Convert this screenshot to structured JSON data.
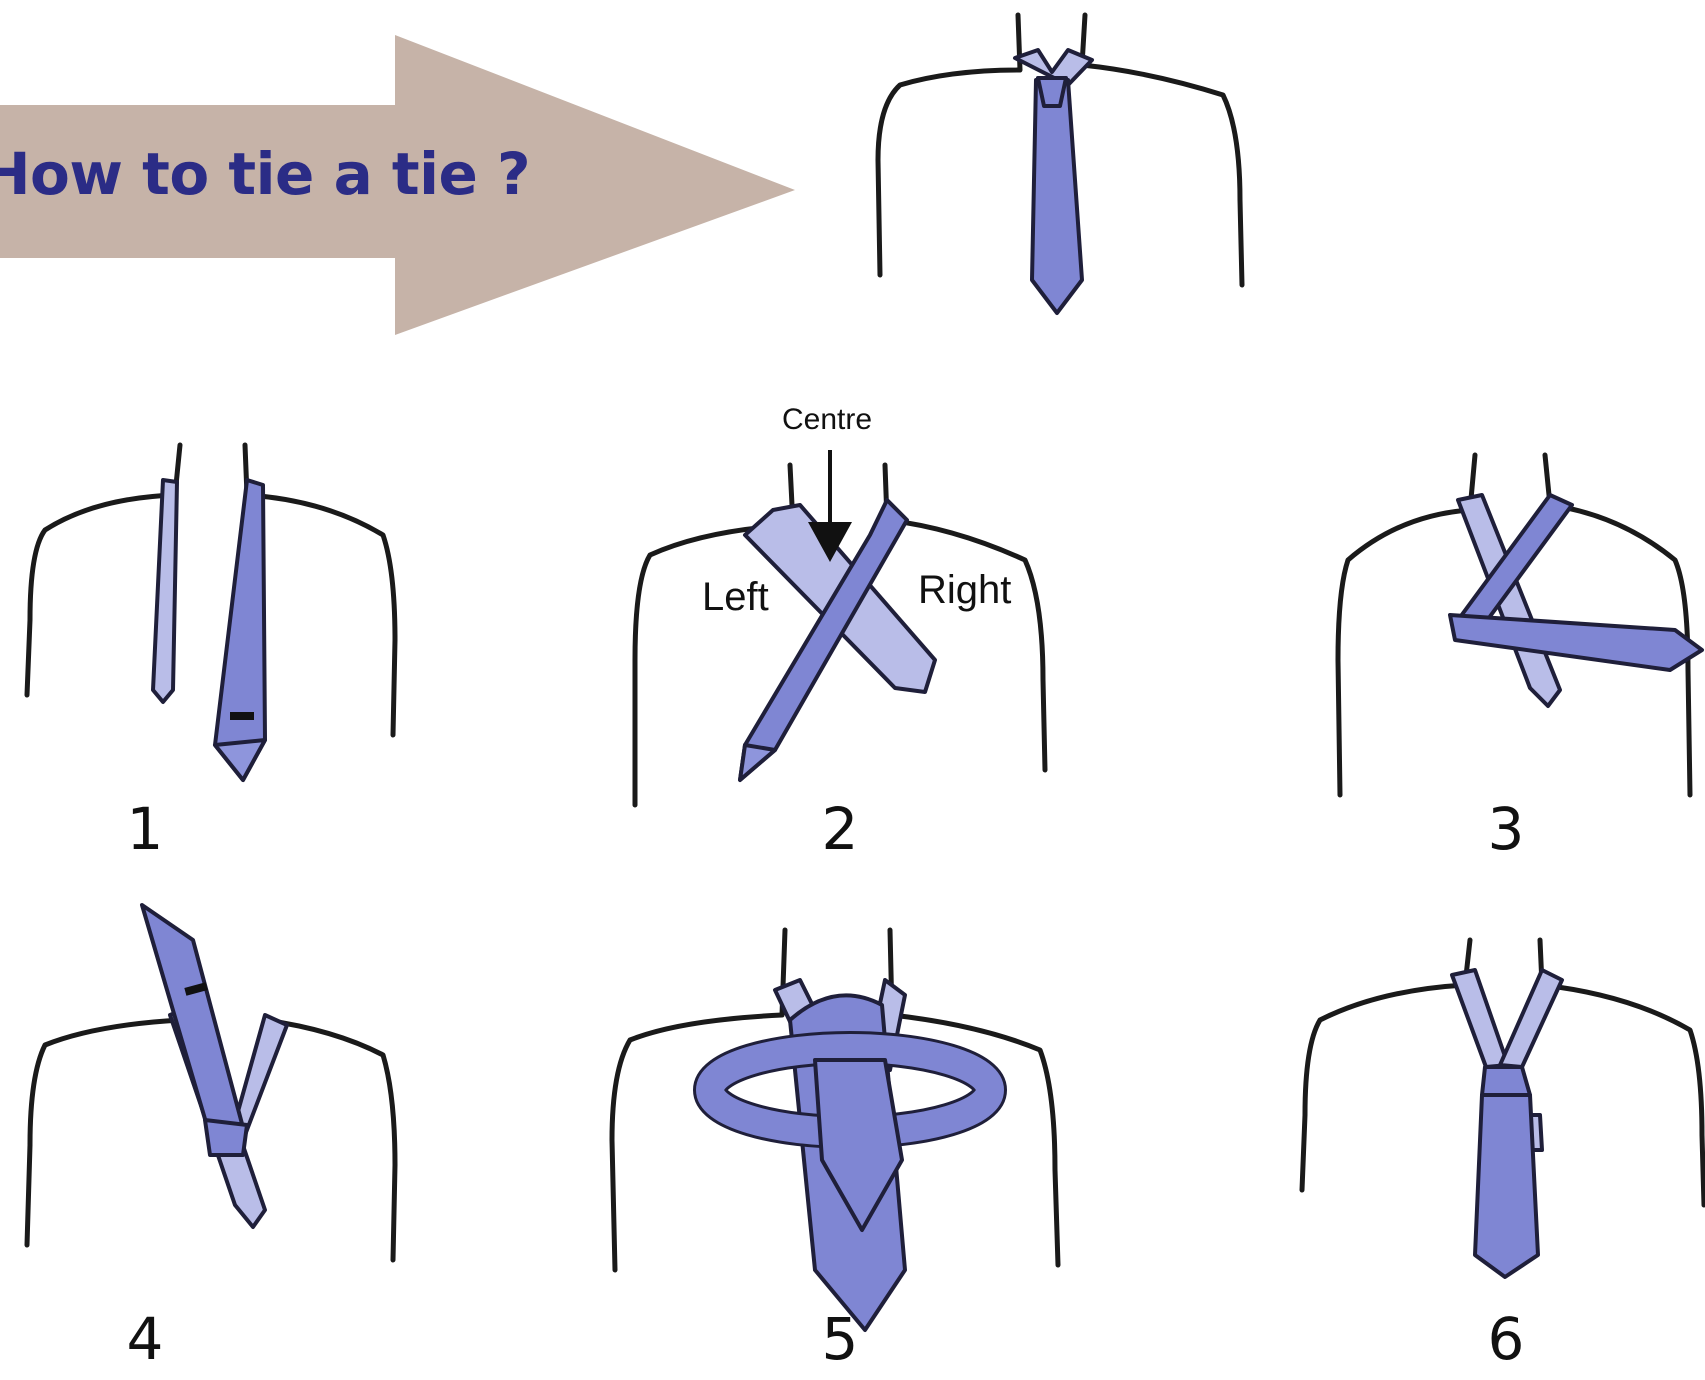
{
  "title": "How to tie a tie ?",
  "colors": {
    "arrow": "#c6b3a8",
    "title": "#2b2c86",
    "tie_main": "#7f86d3",
    "tie_light": "#b9bde8",
    "outline": "#1a1a1a"
  },
  "steps": [
    {
      "number": "1"
    },
    {
      "number": "2",
      "annotations": {
        "centre": "Centre",
        "left": "Left",
        "right": "Right"
      }
    },
    {
      "number": "3"
    },
    {
      "number": "4"
    },
    {
      "number": "5"
    },
    {
      "number": "6"
    }
  ]
}
